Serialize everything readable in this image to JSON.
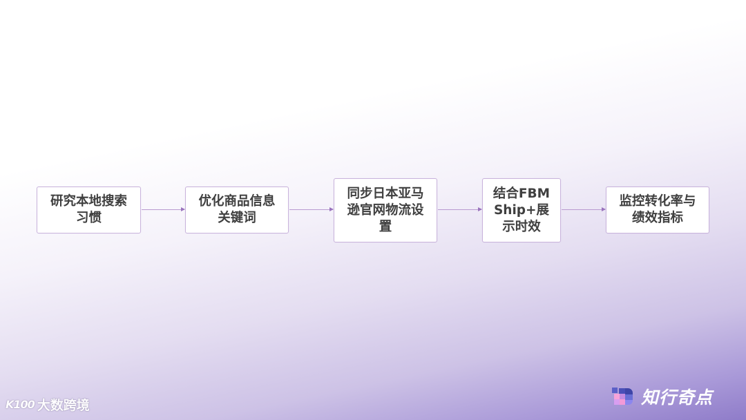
{
  "flow": {
    "steps": [
      {
        "label": "研究本地搜索习惯"
      },
      {
        "label": "优化商品信息关键词"
      },
      {
        "label": "同步日本亚马逊官网物流设置"
      },
      {
        "label": "结合FBM Ship+展示时效"
      },
      {
        "label": "监控转化率与绩效指标"
      }
    ],
    "arrow_color": "#b99ad0",
    "box_border_color": "#c9b3dc"
  },
  "footer": {
    "left_logo": {
      "mark": "K100",
      "text": "大数跨境"
    },
    "right_logo": {
      "icon": "pixel-block-logo-icon",
      "text": "知行奇点"
    }
  }
}
